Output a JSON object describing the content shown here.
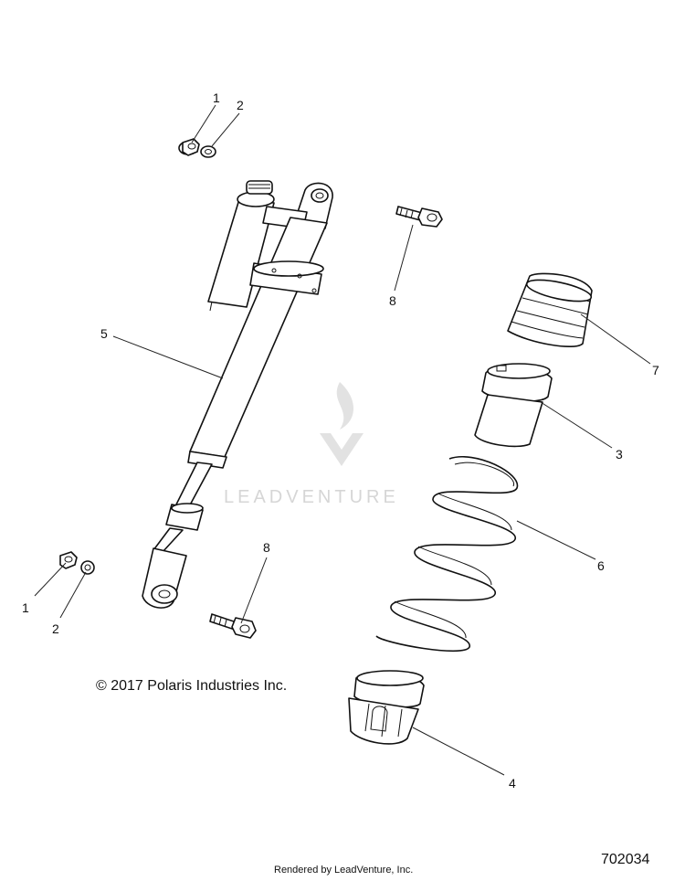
{
  "callouts": {
    "nut_top": "1",
    "washer_top": "2",
    "shock_absorber": "5",
    "bolt_top": "8",
    "bump_stop": "7",
    "spring_retainer": "3",
    "spring": "6",
    "nut_bottom": "1",
    "washer_bottom": "2",
    "bolt_bottom": "8",
    "lower_retainer": "4"
  },
  "watermark": "LEADVENTURE",
  "copyright": "© 2017 Polaris Industries Inc.",
  "rendered_by": "Rendered by LeadVenture, Inc.",
  "diagram_id": "702034",
  "colors": {
    "line": "#111111",
    "watermark": "#d6d6d6",
    "background": "#ffffff"
  }
}
